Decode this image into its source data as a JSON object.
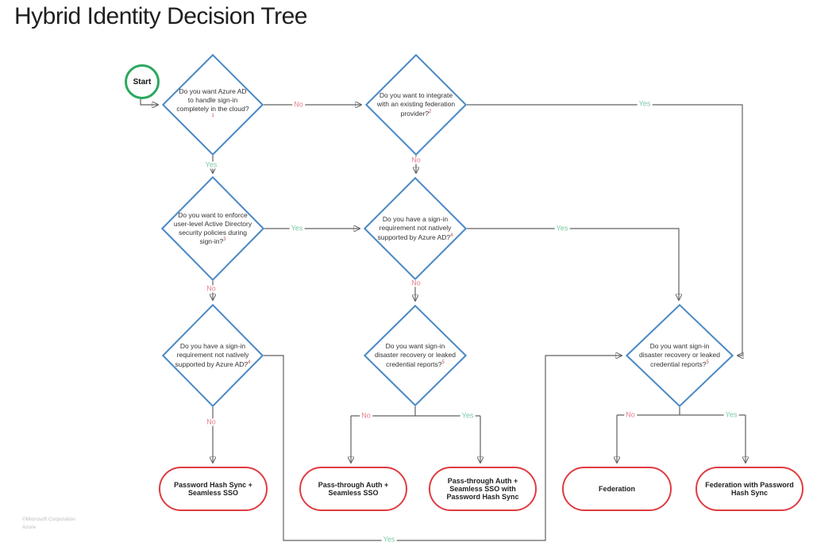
{
  "title": "Hybrid Identity Decision Tree",
  "start": {
    "label": "Start"
  },
  "labels": {
    "yes": "Yes",
    "no": "No"
  },
  "decisions": {
    "q1": {
      "text": "Do you want Azure AD to handle sign-in completely in the cloud?",
      "sup": "1"
    },
    "q2": {
      "text": "Do you want to integrate with an existing federation provider?",
      "sup": "2"
    },
    "q3": {
      "text": "Do you want to enforce user-level Active Directory security policies during sign-in?",
      "sup": "3"
    },
    "q4": {
      "text": "Do you have a sign-in requirement not natively supported by Azure AD?",
      "sup": "4"
    },
    "q5": {
      "text": "Do you have a sign-in requirement not natively supported by Azure AD?",
      "sup": "4"
    },
    "q6": {
      "text": "Do you want sign-in disaster recovery or leaked credential reports?",
      "sup": "5"
    },
    "q7": {
      "text": "Do you want sign-in disaster recovery or leaked credential reports?",
      "sup": "5"
    }
  },
  "outcomes": {
    "o1": "Password Hash Sync + Seamless SSO",
    "o2": "Pass-through Auth + Seamless SSO",
    "o3": "Pass-through Auth + Seamless SSO with Password Hash Sync",
    "o4": "Federation",
    "o5": "Federation with Password Hash Sync"
  },
  "footer": {
    "line1": "©Microsoft Corporation",
    "line2": "Azure"
  },
  "colors": {
    "diamond_border": "#4a89c4",
    "outcome_border": "#e03b40",
    "start_border": "#2aa85f",
    "yes_label": "#7cc9a4",
    "no_label": "#e5808e",
    "connector": "#616161",
    "superscript": "#c0504d"
  }
}
